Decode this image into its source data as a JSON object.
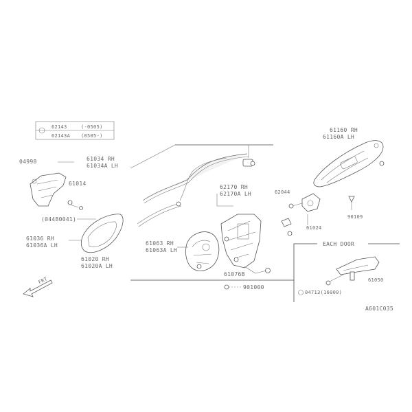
{
  "legend": {
    "row1_code": "62143",
    "row1_date": "(-0505)",
    "row2_code": "62143A",
    "row2_date": "(0505-)"
  },
  "labels": {
    "part_04998": "04998",
    "part_61034_rh": "61034   RH",
    "part_61034a_lh": "61034A  LH",
    "part_61014": "61014",
    "part_bolt_ref": "(04480041)",
    "part_61036_rh": "61036   RH",
    "part_61036a_lh": "61036A  LH",
    "part_61020_rh": "61020   RH",
    "part_61020a_lh": "61020A  LH",
    "part_61063_rh": "61063   RH",
    "part_61063a_lh": "61063A  LH",
    "part_62170_rh": "62170   RH",
    "part_62170a_lh": "62170A  LH",
    "part_62044": "62044",
    "part_61024": "61024",
    "part_61076": "61076B",
    "part_901000": "901000",
    "part_90109": "90109",
    "part_61060_rh": "61160   RH",
    "part_61060a_lh": "61160A  LH",
    "each_door": "EACH DOOR",
    "part_04713": "04713(16000)",
    "part_61050": "61050",
    "front_arrow": "FRT",
    "diagram_code": "A601C035"
  }
}
